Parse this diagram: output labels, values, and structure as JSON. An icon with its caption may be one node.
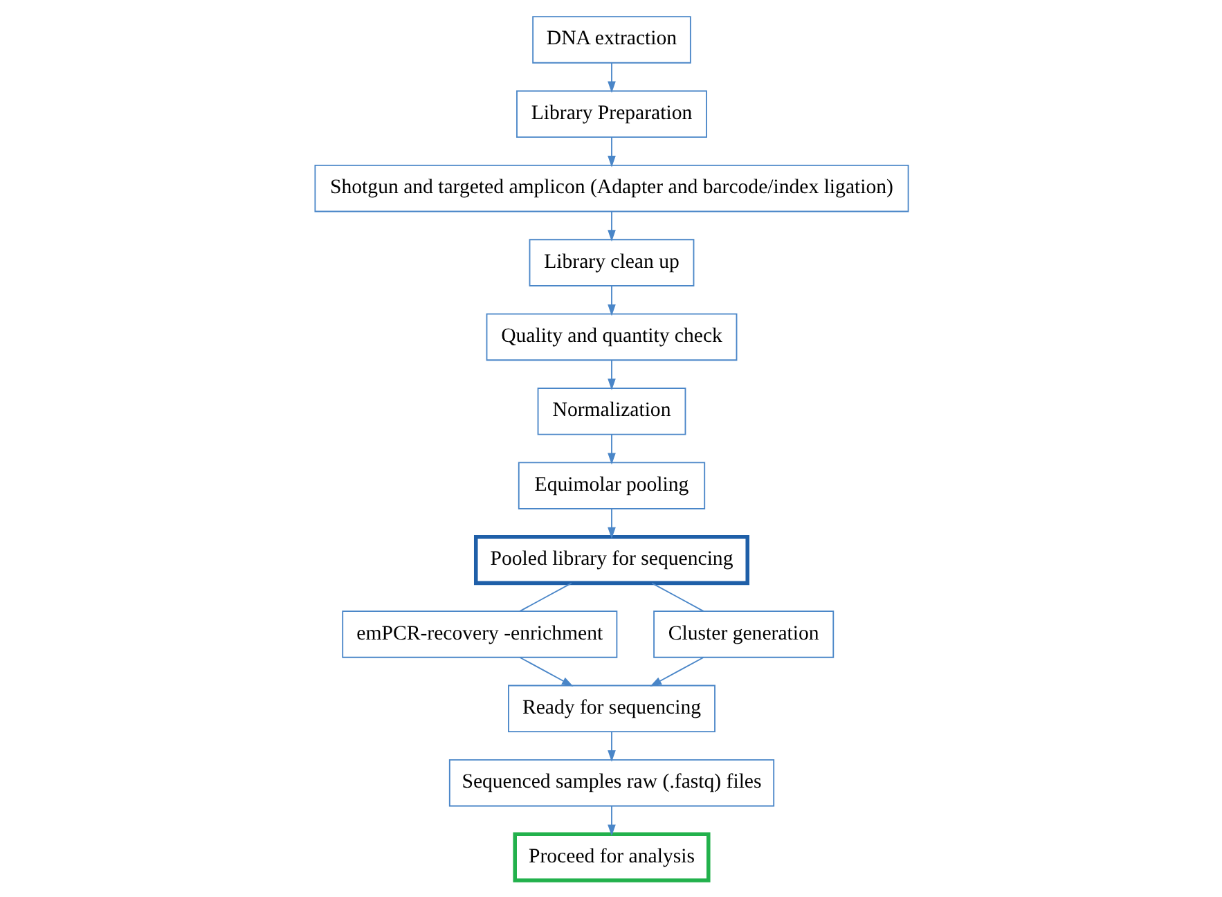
{
  "diagram": {
    "nodes": [
      {
        "text": [
          "DNA extraction"
        ]
      },
      {
        "text": [
          "Library Preparation"
        ]
      },
      {
        "text": [
          "Shotgun and targeted amplicon (Adapter and barcode/index ligation)"
        ]
      },
      {
        "text": [
          "Library clean up"
        ]
      },
      {
        "text": [
          "Quality and quantity check"
        ]
      },
      {
        "text": [
          "Normalization"
        ]
      },
      {
        "text": [
          "Equimolar pooling"
        ]
      },
      {
        "text": [
          "Pooled library for sequencing"
        ]
      },
      {
        "text": [
          "emPCR-recovery -enrichment"
        ]
      },
      {
        "text": [
          "Cluster generation"
        ]
      },
      {
        "text": [
          "Ready for sequencing"
        ]
      },
      {
        "text": [
          "Sequenced samples raw (.fastq) files"
        ]
      },
      {
        "text": [
          "Proceed for analysis"
        ]
      }
    ],
    "edges": [
      {
        "from": 0,
        "to": 1,
        "arrow": "to"
      },
      {
        "from": 1,
        "to": 2,
        "arrow": "to"
      },
      {
        "from": 2,
        "to": 3,
        "arrow": "to"
      },
      {
        "from": 3,
        "to": 4,
        "arrow": "to"
      },
      {
        "from": 4,
        "to": 5,
        "arrow": "to"
      },
      {
        "from": 5,
        "to": 6,
        "arrow": "to"
      },
      {
        "from": 6,
        "to": 7,
        "arrow": "to"
      },
      {
        "from": 7,
        "to": 8,
        "arrow": "none"
      },
      {
        "from": 7,
        "to": 9,
        "arrow": "none"
      },
      {
        "from": 8,
        "to": 10,
        "arrow": "to"
      },
      {
        "from": 9,
        "to": 10,
        "arrow": "to"
      },
      {
        "from": 10,
        "to": 11,
        "arrow": "to"
      },
      {
        "from": 11,
        "to": 12,
        "arrow": "to"
      }
    ]
  }
}
